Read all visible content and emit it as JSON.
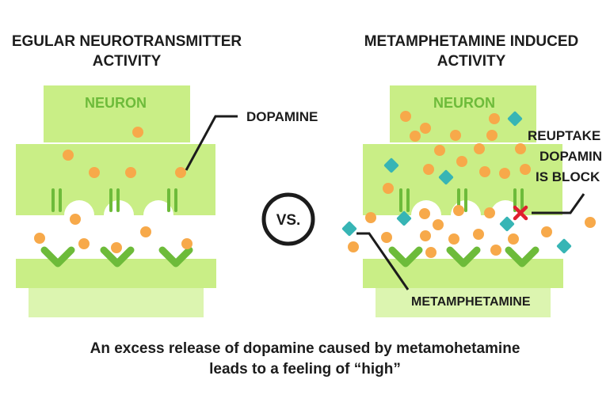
{
  "titles": {
    "left": [
      "EGULAR NEUROTRANSMITTER",
      "ACTIVITY"
    ],
    "right": [
      "METAMPHETAMINE INDUCED",
      "ACTIVITY"
    ]
  },
  "labels": {
    "neuron_left": "NEURON",
    "neuron_right": "NEURON",
    "dopamine": "DOPAMINE",
    "vs": "VS.",
    "reuptake": [
      "REUPTAKE",
      "DOPAMIN",
      "IS BLOCK"
    ],
    "metamphetamine": "METAMPHETAMINE"
  },
  "caption": [
    "An excess release of dopamine caused by metamohetamine",
    "leads to a feeling of “high”"
  ],
  "colors": {
    "neuron_green": "#c9ee86",
    "neuron_green_light": "#dcf5b0",
    "receptor_green": "#6dbb3a",
    "dopamine_orange": "#f7a94a",
    "meth_teal": "#37b5b5",
    "block_red": "#e0202e",
    "text_dark": "#1c1c1c"
  },
  "icons": {
    "dopamine": "orange-circle",
    "metamphetamine": "teal-diamond",
    "blocked": "red-x-icon",
    "receptor": "green-chevron"
  }
}
